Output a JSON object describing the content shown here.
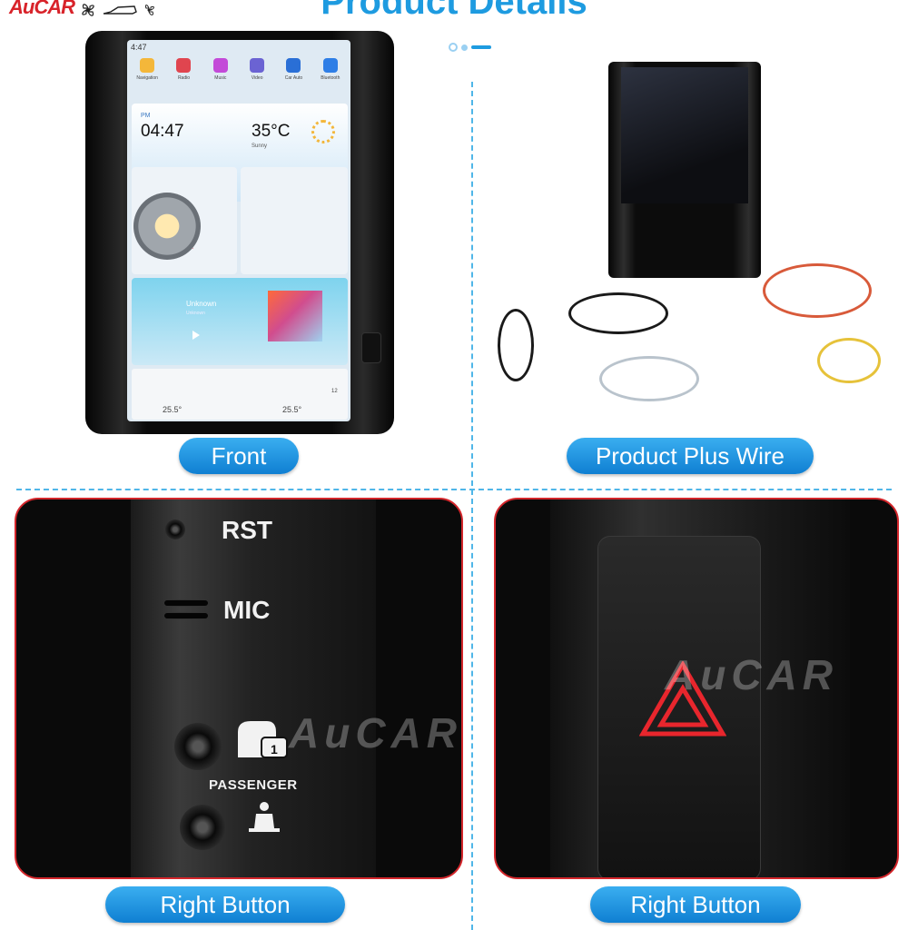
{
  "header": {
    "logo_text": "AuCAR",
    "title": "Product Details"
  },
  "device_screen": {
    "status_time": "4:47",
    "apps": [
      {
        "label": "Navigation",
        "icon": "navigation-icon",
        "color": "#f4b73a"
      },
      {
        "label": "Radio",
        "icon": "radio-icon",
        "color": "#e0454f"
      },
      {
        "label": "Music",
        "icon": "music-icon",
        "color": "#c34ad8"
      },
      {
        "label": "Video",
        "icon": "video-icon",
        "color": "#6b63d3"
      },
      {
        "label": "Car Auto",
        "icon": "car-auto-icon",
        "color": "#2a6fd6"
      },
      {
        "label": "Bluetooth",
        "icon": "bluetooth-icon",
        "color": "#2e7ee6"
      }
    ],
    "clock_ampm": "PM",
    "clock": "04:47",
    "temperature": "35°C",
    "weather": "Sunny",
    "media_title": "Unknown",
    "media_artist": "Unknown",
    "temp_left": "25.5°",
    "temp_right": "25.5°",
    "volume": "12"
  },
  "labels": {
    "front": "Front",
    "product_plus_wire": "Product Plus Wire",
    "right_button_1": "Right Button",
    "right_button_2": "Right Button"
  },
  "closeup_left": {
    "rst": "RST",
    "mic": "MIC",
    "passenger": "PASSENGER",
    "watermark": "AuCAR"
  },
  "closeup_right": {
    "watermark": "AuCAR"
  },
  "colors": {
    "accent_blue": "#1e9be0",
    "frame_red": "#d3262b",
    "hazard_red": "#e8262d"
  }
}
